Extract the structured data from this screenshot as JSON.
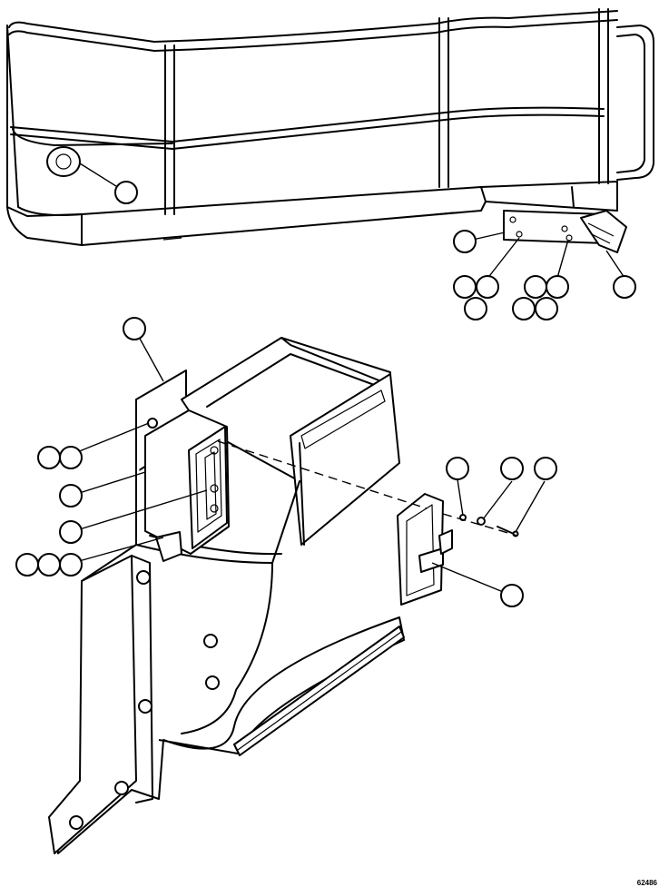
{
  "figure": {
    "number": "62486",
    "callouts": [
      {
        "id": "c1"
      },
      {
        "id": "c2"
      },
      {
        "id": "c3"
      },
      {
        "id": "c4"
      },
      {
        "id": "c5"
      },
      {
        "id": "c6"
      },
      {
        "id": "c7"
      },
      {
        "id": "c8"
      },
      {
        "id": "c9"
      },
      {
        "id": "c10"
      },
      {
        "id": "c11"
      },
      {
        "id": "c12"
      },
      {
        "id": "c13"
      },
      {
        "id": "c14"
      },
      {
        "id": "c15"
      },
      {
        "id": "c16"
      },
      {
        "id": "c17"
      },
      {
        "id": "c18"
      },
      {
        "id": "c19"
      },
      {
        "id": "c20"
      },
      {
        "id": "c21"
      },
      {
        "id": "c22"
      },
      {
        "id": "c23"
      },
      {
        "id": "c24"
      },
      {
        "id": "c25"
      }
    ]
  }
}
